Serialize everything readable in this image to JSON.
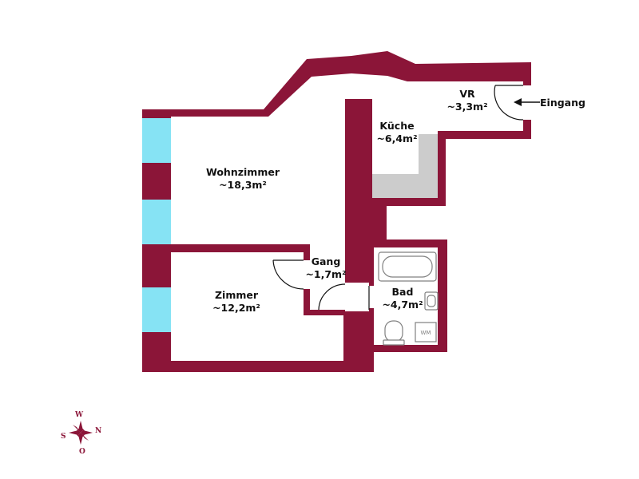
{
  "colors": {
    "wall": "#8b1538",
    "window": "#86e3f4",
    "kitchen_counter": "#cccccc",
    "fixture": "#808080",
    "background": "#ffffff"
  },
  "rooms": {
    "wohnzimmer": {
      "name": "Wohnzimmer",
      "area": "~18,3m²"
    },
    "zimmer": {
      "name": "Zimmer",
      "area": "~12,2m²"
    },
    "kueche": {
      "name": "Küche",
      "area": "~6,4m²"
    },
    "vr": {
      "name": "VR",
      "area": "~3,3m²"
    },
    "gang": {
      "name": "Gang",
      "area": "~1,7m²"
    },
    "bad": {
      "name": "Bad",
      "area": "~4,7m²"
    }
  },
  "entrance": {
    "label": "Eingang",
    "icon": "arrow-left-icon"
  },
  "fixtures": {
    "washing_machine": "WM"
  },
  "compass": {
    "icon": "compass-rose-icon",
    "top": "W",
    "left": "S",
    "right": "N",
    "bottom": "O"
  }
}
